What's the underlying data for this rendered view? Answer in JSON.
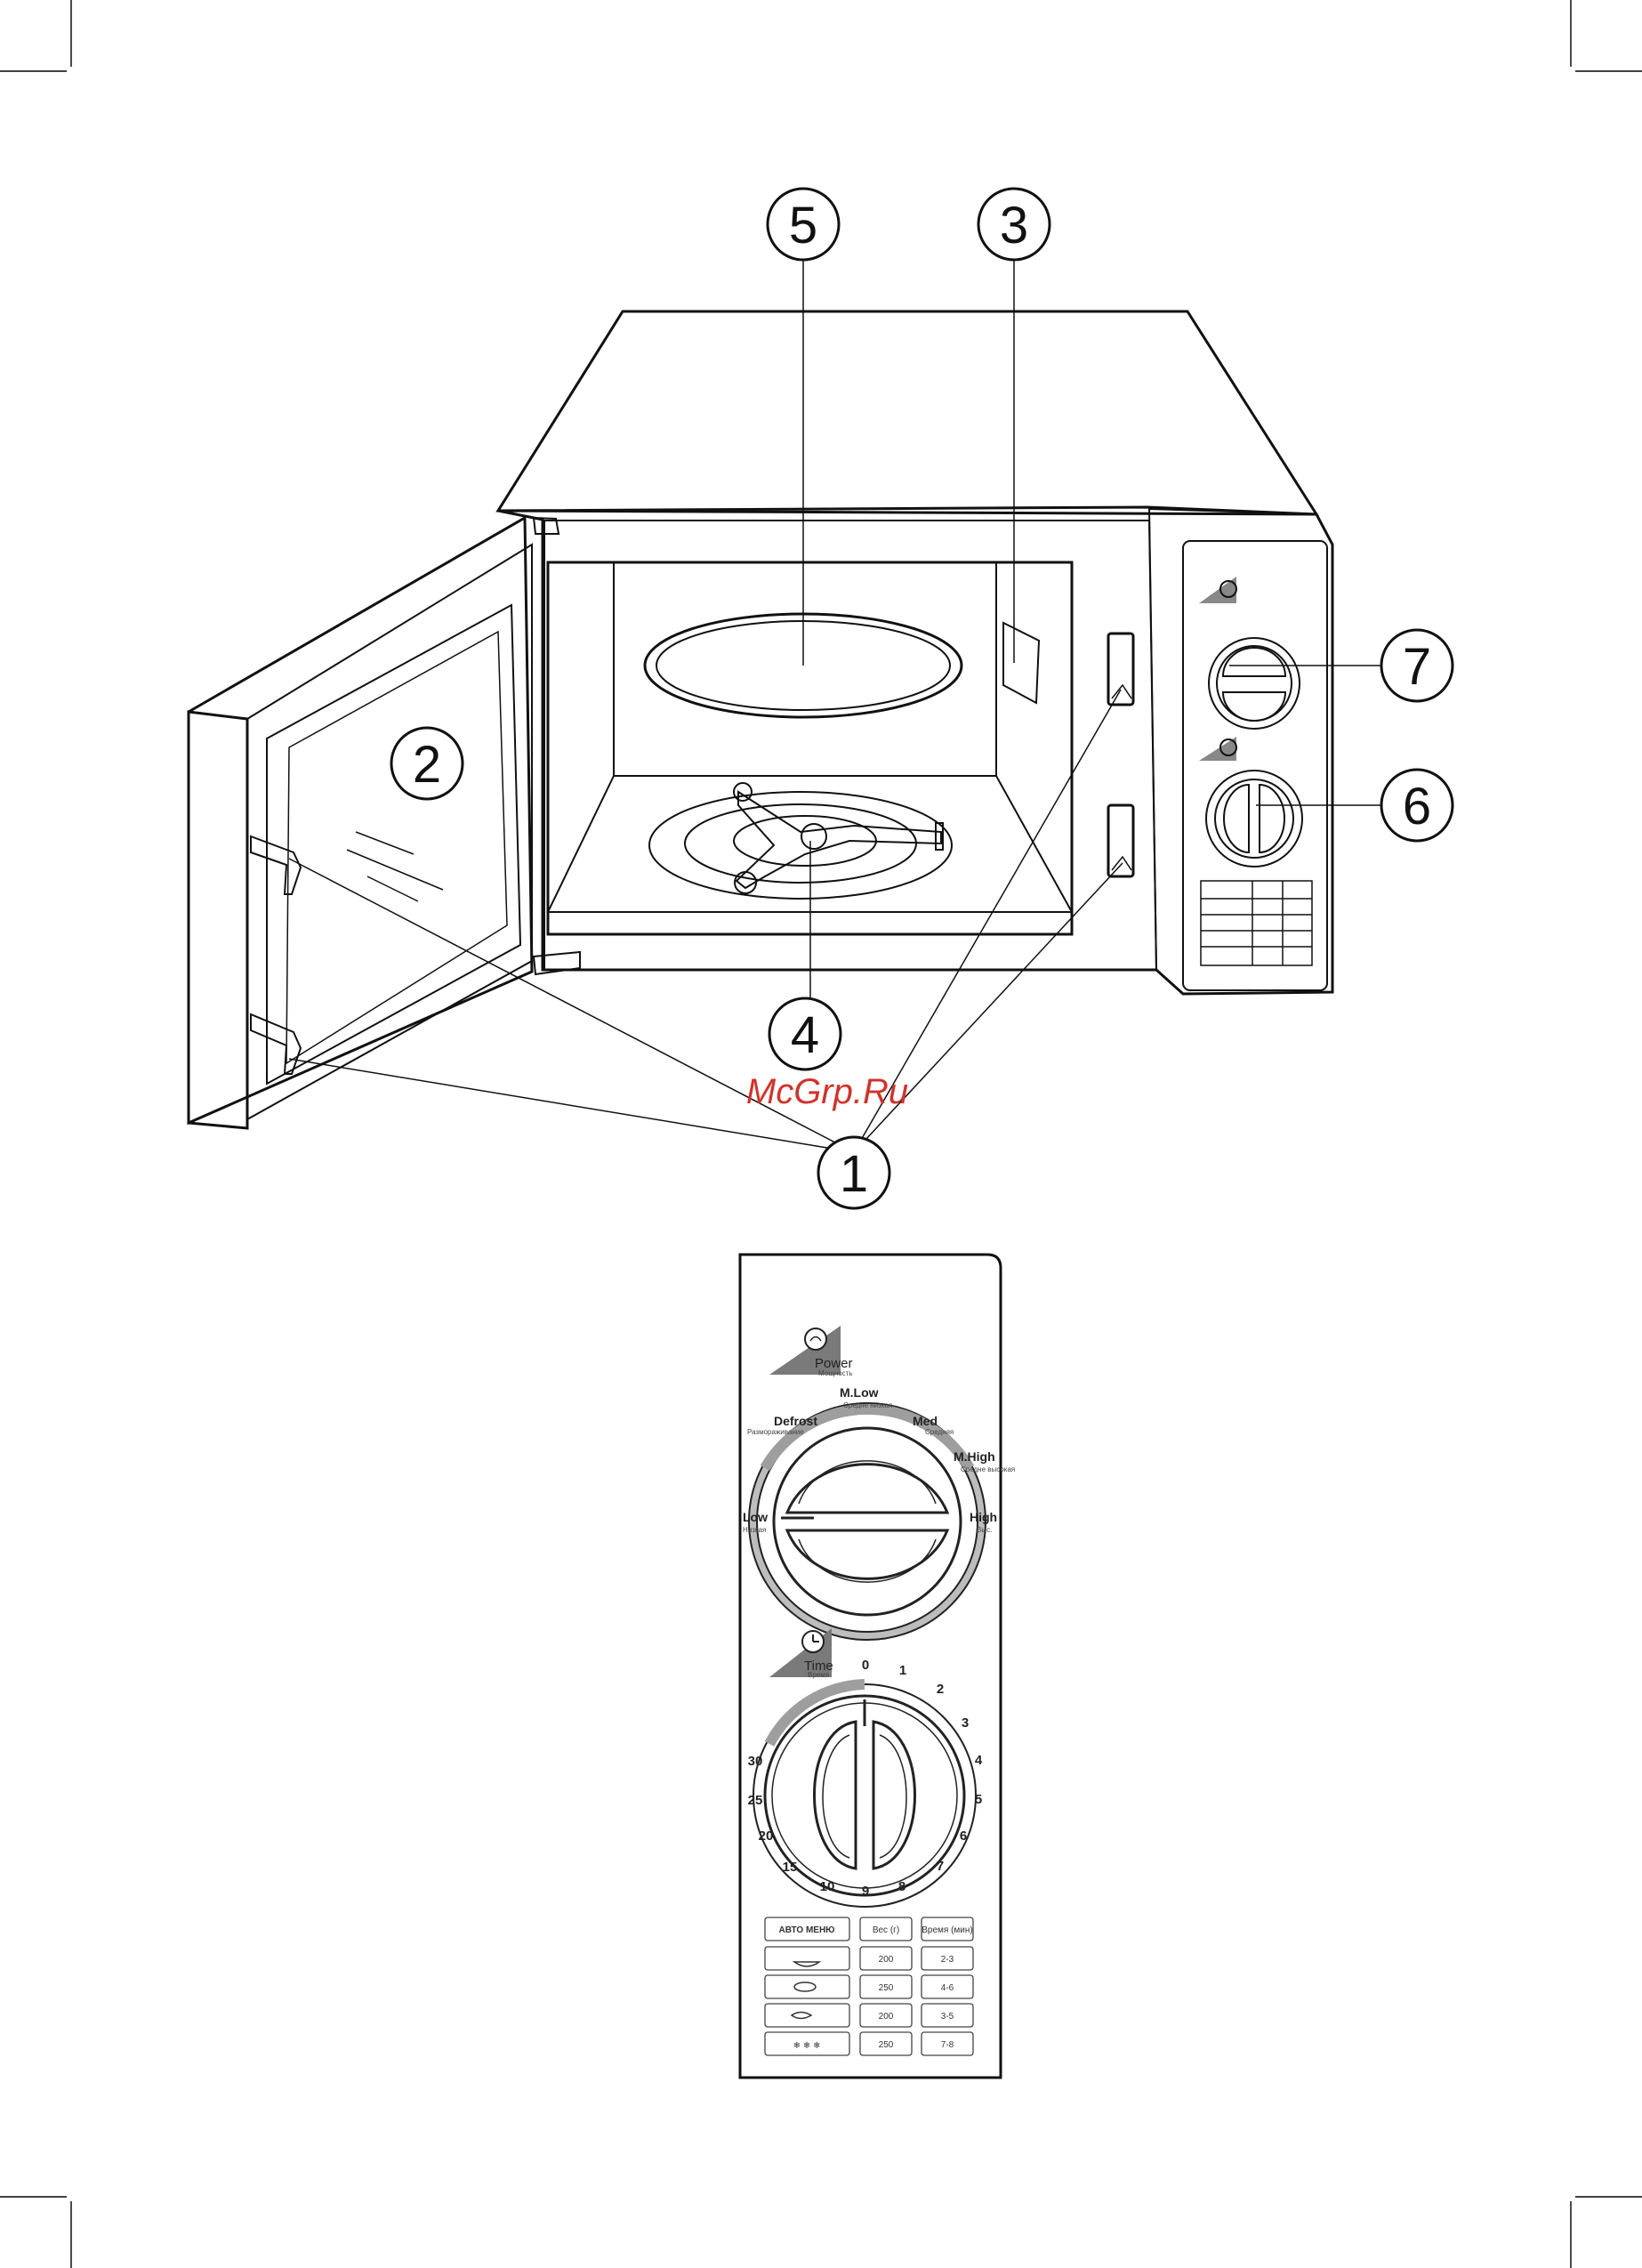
{
  "callouts": {
    "c1": "1",
    "c2": "2",
    "c3": "3",
    "c4": "4",
    "c5": "5",
    "c6": "6",
    "c7": "7"
  },
  "watermark": "McGrp.Ru",
  "panel": {
    "power_label": "Power",
    "power_sub": "Мощность",
    "power_settings": [
      {
        "label": "Low",
        "sub": "Низкая"
      },
      {
        "label": "Defrost",
        "sub": "Размораживание"
      },
      {
        "label": "M.Low",
        "sub": "Средне низкая"
      },
      {
        "label": "Med",
        "sub": "Средняя"
      },
      {
        "label": "M.High",
        "sub": "Средне высокая"
      },
      {
        "label": "High",
        "sub": "Выс."
      }
    ],
    "time_label": "Time",
    "time_sub": "Время",
    "time_marks": [
      "0",
      "1",
      "2",
      "3",
      "4",
      "5",
      "6",
      "7",
      "8",
      "9",
      "10",
      "15",
      "20",
      "25",
      "30"
    ],
    "table": {
      "headers": [
        "АВТО МЕНЮ",
        "Вес (г)",
        "Время (мин)"
      ],
      "rows": [
        {
          "icon": "soup-icon",
          "weight": "200",
          "time": "2-3"
        },
        {
          "icon": "bread-icon",
          "weight": "250",
          "time": "4-6"
        },
        {
          "icon": "fish-icon",
          "weight": "200",
          "time": "3-5"
        },
        {
          "icon": "defrost-icon",
          "weight": "250",
          "time": "7-8"
        }
      ]
    }
  }
}
